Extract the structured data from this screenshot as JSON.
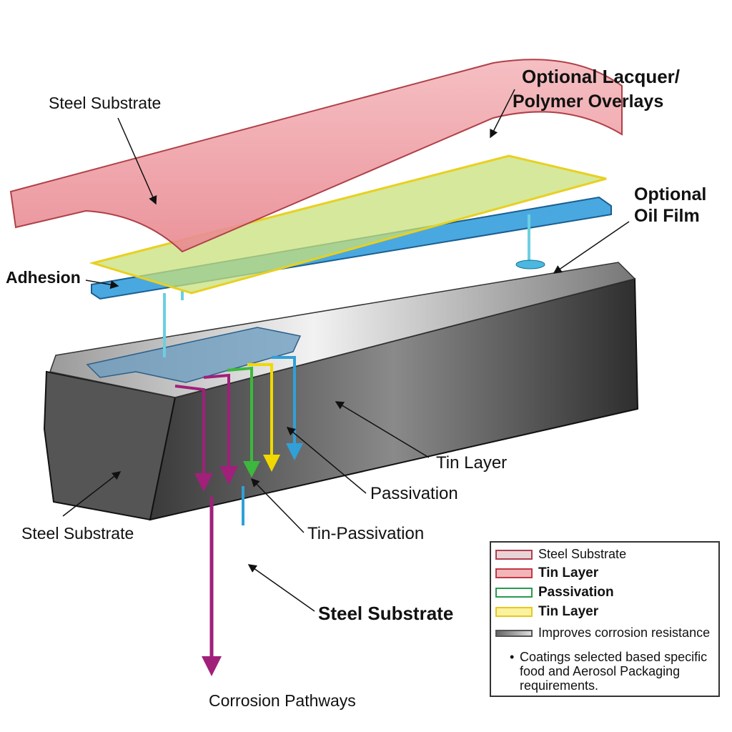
{
  "labels": {
    "lacquer_1": "Optional Lacquer/",
    "lacquer_2": "Polymer Overlays",
    "steel_top": "Steel Substrate",
    "oil_1": "Optional",
    "oil_2": "Oil Film",
    "adhesion": "Adhesion",
    "tin_layer": "Tin Layer",
    "passivation": "Passivation",
    "steel_left": "Steel Substrate",
    "tin_passivation": "Tin-Passivation",
    "steel_bottom": "Steel Substrate",
    "corrosion": "Corrosion Pathways"
  },
  "legend": {
    "items": [
      {
        "label": "Steel Substrate",
        "color": "#e8d4d6",
        "border": "#b04050"
      },
      {
        "label": "Tin Layer",
        "color": "#f2b6b8",
        "border": "#c03848"
      },
      {
        "label": "Passivation",
        "color": "#ffffff",
        "border": "#2a9a50"
      },
      {
        "label": "Tin Layer",
        "color": "#fbf2a0",
        "border": "#e8c820"
      },
      {
        "label": "Improves corrosion resistance",
        "color": "#888888",
        "border": "#555555"
      }
    ],
    "note": "Coatings selected based specific food and Aerosol Packaging requirements."
  },
  "colors": {
    "lacquer": "#f0a8ac",
    "yellow_film": "#f5e66a",
    "blue_layer": "#4aa8e0",
    "steel_dark": "#4a4a4a",
    "purple": "#a0207a",
    "green": "#3cb83c",
    "yellow": "#f0d800",
    "blue": "#30a0d8"
  }
}
